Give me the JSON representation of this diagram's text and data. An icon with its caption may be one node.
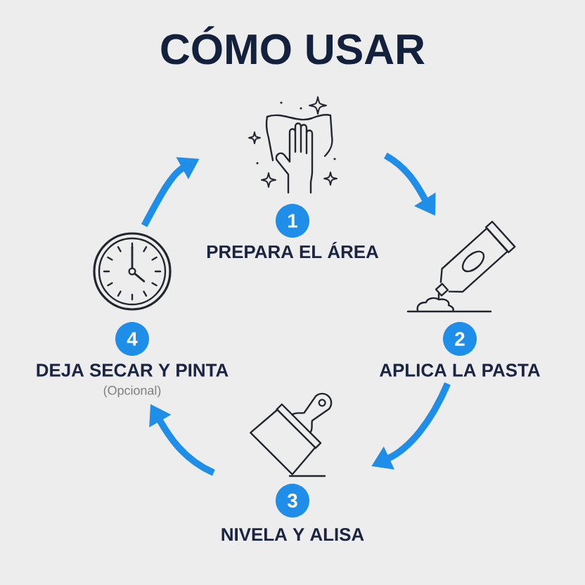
{
  "diagram": {
    "title": "CÓMO USAR",
    "nodes": [
      {
        "text": [
          "1",
          "PREPARA EL ÁREA"
        ]
      },
      {
        "text": [
          "2",
          "APLICA LA PASTA"
        ]
      },
      {
        "text": [
          "3",
          "NIVELA Y ALISA"
        ]
      },
      {
        "text": [
          "4",
          "DEJA SECAR Y PINTA",
          "(Opcional)"
        ]
      }
    ],
    "edges": [
      {
        "from": 0,
        "to": 1,
        "arrow": "to"
      },
      {
        "from": 1,
        "to": 2,
        "arrow": "to"
      },
      {
        "from": 2,
        "to": 3,
        "arrow": "to"
      },
      {
        "from": 3,
        "to": 0,
        "arrow": "to"
      }
    ]
  }
}
